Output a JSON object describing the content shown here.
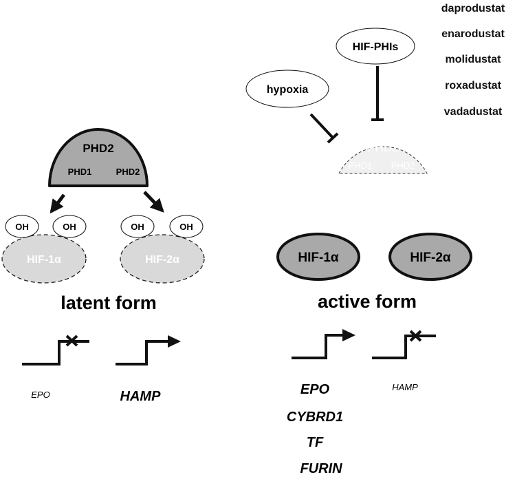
{
  "drugs": [
    "daprodustat",
    "enarodustat",
    "molidustat",
    "roxadustat",
    "vadadustat"
  ],
  "inhibitors": {
    "hypoxia": "hypoxia",
    "hif_phis": "HIF-PHIs"
  },
  "left": {
    "enzyme": {
      "title": "PHD2",
      "sub1": "PHD1",
      "sub2": "PHD2"
    },
    "oh": "OH",
    "hif1": "HIF-1α",
    "hif2": "HIF-2α",
    "form_label": "latent form",
    "genes": {
      "off": "EPO",
      "on": "HAMP"
    }
  },
  "right": {
    "enzyme": {
      "title": "PHD2",
      "sub1": "PHD1",
      "sub2": "PHD2"
    },
    "hif1": "HIF-1α",
    "hif2": "HIF-2α",
    "form_label": "active form",
    "genes_on": [
      "EPO",
      "CYBRD1",
      "TF",
      "FURIN"
    ],
    "gene_off": "HAMP"
  },
  "colors": {
    "enzyme_fill": "#a9a9a9",
    "hif_latent_fill": "#d9d9d9",
    "hif_active_fill": "#a9a9a9",
    "faded_enzyme_fill": "#f0f0f0",
    "stroke": "#111111"
  }
}
